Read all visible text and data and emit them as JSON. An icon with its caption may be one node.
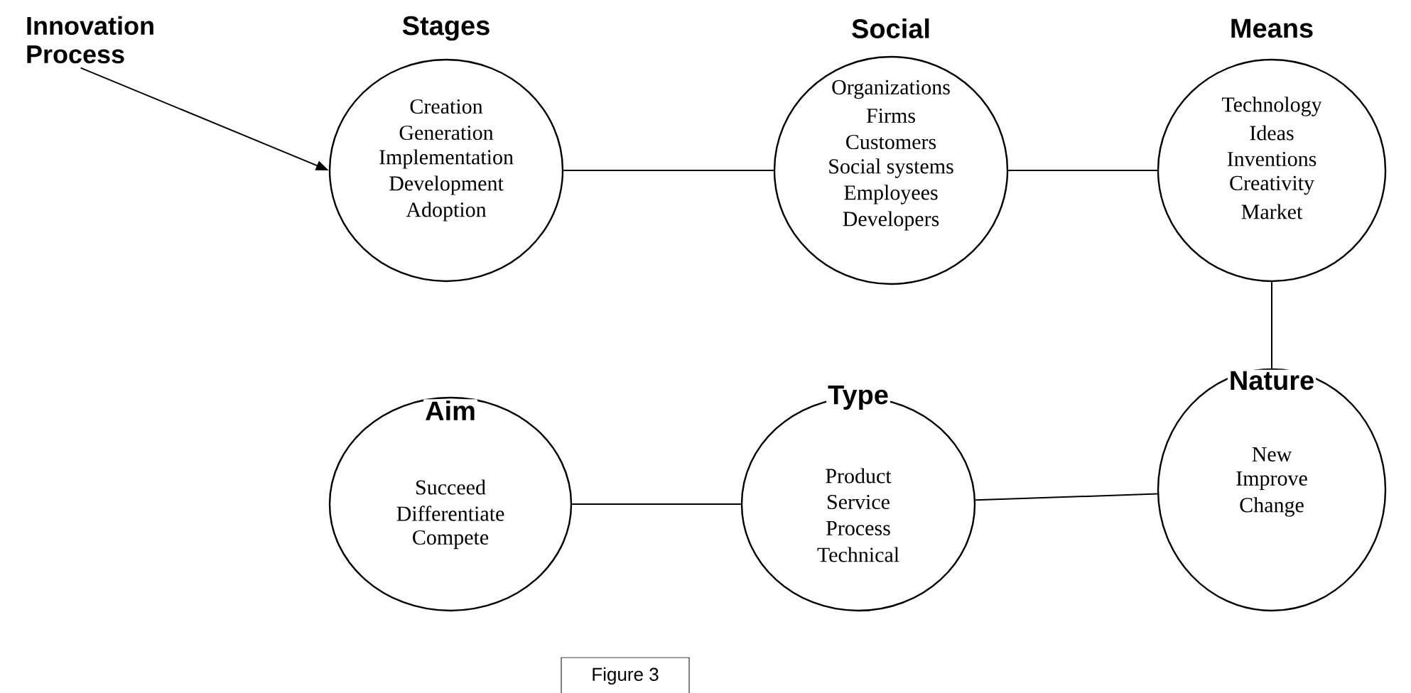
{
  "diagram": {
    "caption": "Figure 3",
    "nodes": [
      {
        "text": [
          "Innovation Process"
        ]
      },
      {
        "text": [
          "Stages",
          "Creation",
          "Generation",
          "Implementation",
          "Development",
          "Adoption"
        ]
      },
      {
        "text": [
          "Social",
          "Organizations",
          "Firms",
          "Customers",
          "Social systems",
          "Employees",
          "Developers"
        ]
      },
      {
        "text": [
          "Means",
          "Technology",
          "Ideas",
          "Inventions",
          "Creativity",
          "Market"
        ]
      },
      {
        "text": [
          "Aim",
          "Succeed",
          "Differentiate",
          "Compete"
        ]
      },
      {
        "text": [
          "Type",
          "Product",
          "Service",
          "Process",
          "Technical"
        ]
      },
      {
        "text": [
          "Nature",
          "New",
          "Improve",
          "Change"
        ]
      }
    ],
    "edges": [
      {
        "from": 0,
        "to": 1,
        "arrow": "to"
      },
      {
        "from": 1,
        "to": 2,
        "arrow": "none"
      },
      {
        "from": 2,
        "to": 3,
        "arrow": "none"
      },
      {
        "from": 3,
        "to": 6,
        "arrow": "none"
      },
      {
        "from": 6,
        "to": 5,
        "arrow": "none"
      },
      {
        "from": 5,
        "to": 4,
        "arrow": "none"
      }
    ]
  }
}
